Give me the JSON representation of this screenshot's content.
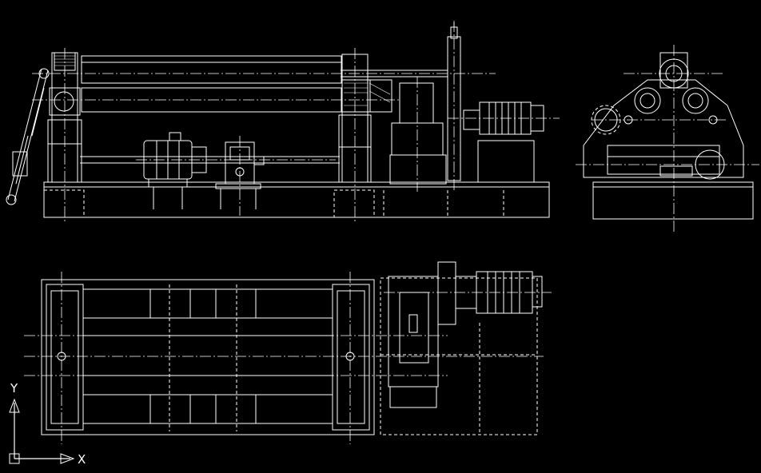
{
  "drawing": {
    "background_color": "#000000",
    "line_color": "#ffffff",
    "views": [
      "front-elevation",
      "side-elevation",
      "plan-view"
    ]
  },
  "ucs": {
    "x_label": "X",
    "y_label": "Y",
    "icon": "ucs-axis-icon"
  }
}
